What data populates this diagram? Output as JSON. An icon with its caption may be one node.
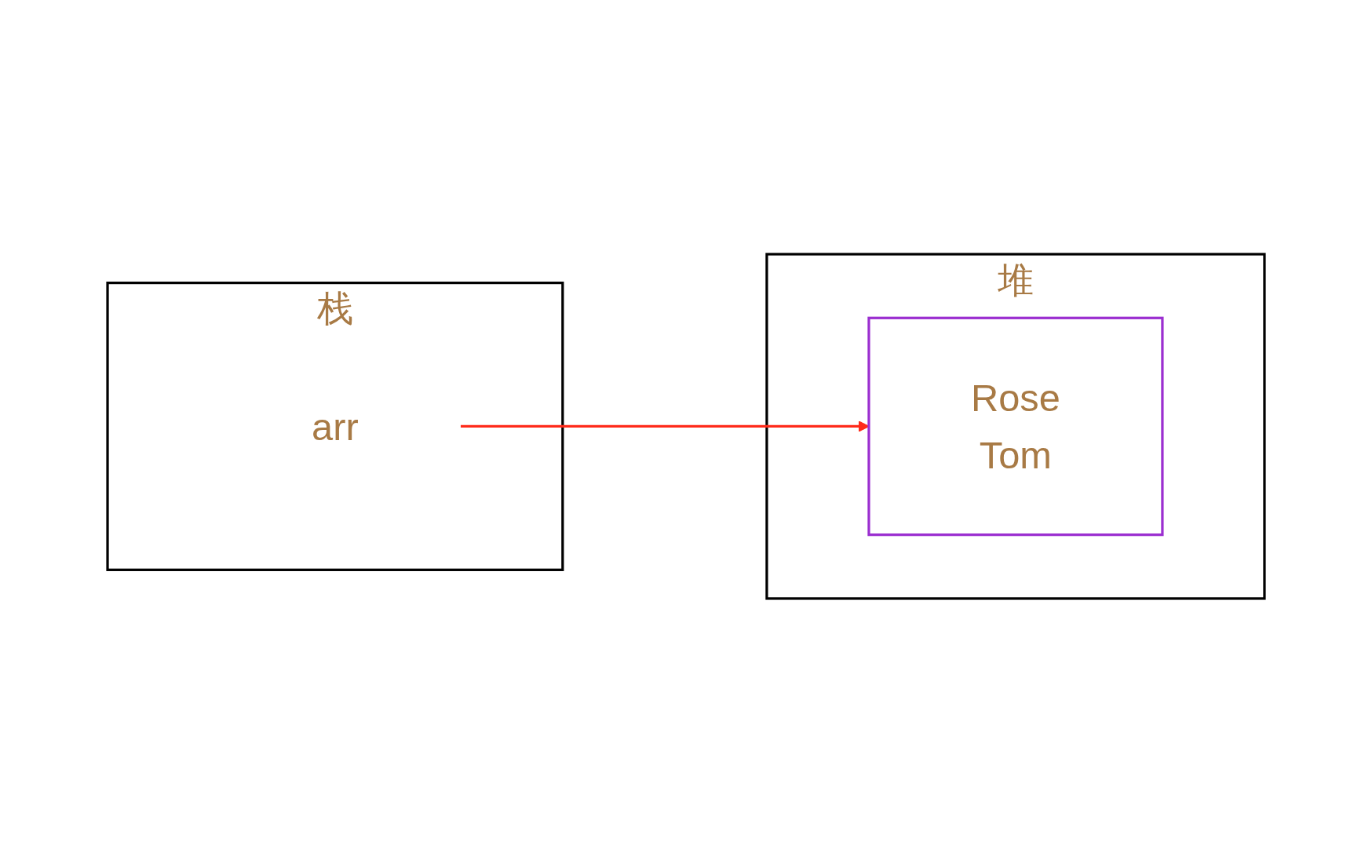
{
  "diagram": {
    "nodes": [
      {
        "text": [
          "栈"
        ]
      },
      {
        "text": [
          "arr"
        ],
        "in": 0
      },
      {
        "text": [
          "堆"
        ]
      },
      {
        "text": [
          "Rose",
          "Tom"
        ],
        "in": 2
      }
    ],
    "edges": [
      {
        "from": 1,
        "to": 3,
        "arrow": "to",
        "color": "#ff2a1a"
      }
    ]
  }
}
